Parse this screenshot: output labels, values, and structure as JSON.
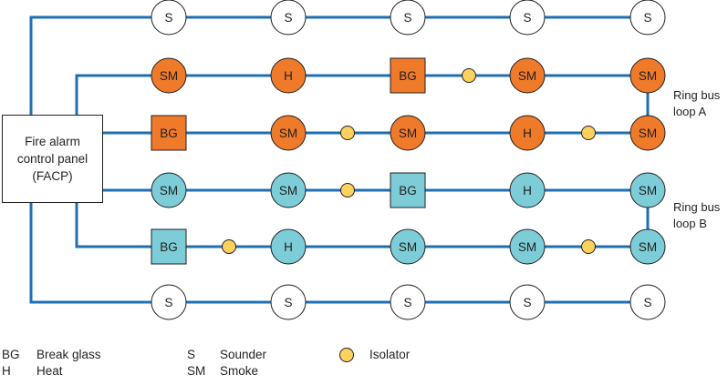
{
  "panel": {
    "line1": "Fire alarm",
    "line2": "control panel",
    "line3": "(FACP)"
  },
  "colors": {
    "wire": "#1f6fb3",
    "loop_a": "#ef7a2a",
    "loop_b": "#7ccdd8",
    "isolator": "#fcd15e",
    "sounder": "#ffffff",
    "outline": "#231f20"
  },
  "loops": {
    "a_line1": "Ring bus",
    "a_line2": "loop A",
    "b_line1": "Ring bus",
    "b_line2": "loop B"
  },
  "rows": [
    {
      "devices": [
        "S",
        "S",
        "S",
        "S",
        "S"
      ]
    },
    {
      "devices": [
        "SM",
        "H",
        "BG",
        "SM",
        "SM"
      ],
      "isolators": 1
    },
    {
      "devices": [
        "BG",
        "SM",
        "SM",
        "H",
        "SM"
      ],
      "isolators": 2
    },
    {
      "devices": [
        "SM",
        "SM",
        "BG",
        "H",
        "SM"
      ],
      "isolators": 1
    },
    {
      "devices": [
        "BG",
        "H",
        "SM",
        "SM",
        "SM"
      ],
      "isolators": 2
    },
    {
      "devices": [
        "S",
        "S",
        "S",
        "S",
        "S"
      ]
    }
  ],
  "legend": {
    "bg_code": "BG",
    "bg_text": "Break glass",
    "h_code": "H",
    "h_text": "Heat",
    "s_code": "S",
    "s_text": "Sounder",
    "sm_code": "SM",
    "sm_text": "Smoke",
    "isolator_text": "Isolator"
  }
}
